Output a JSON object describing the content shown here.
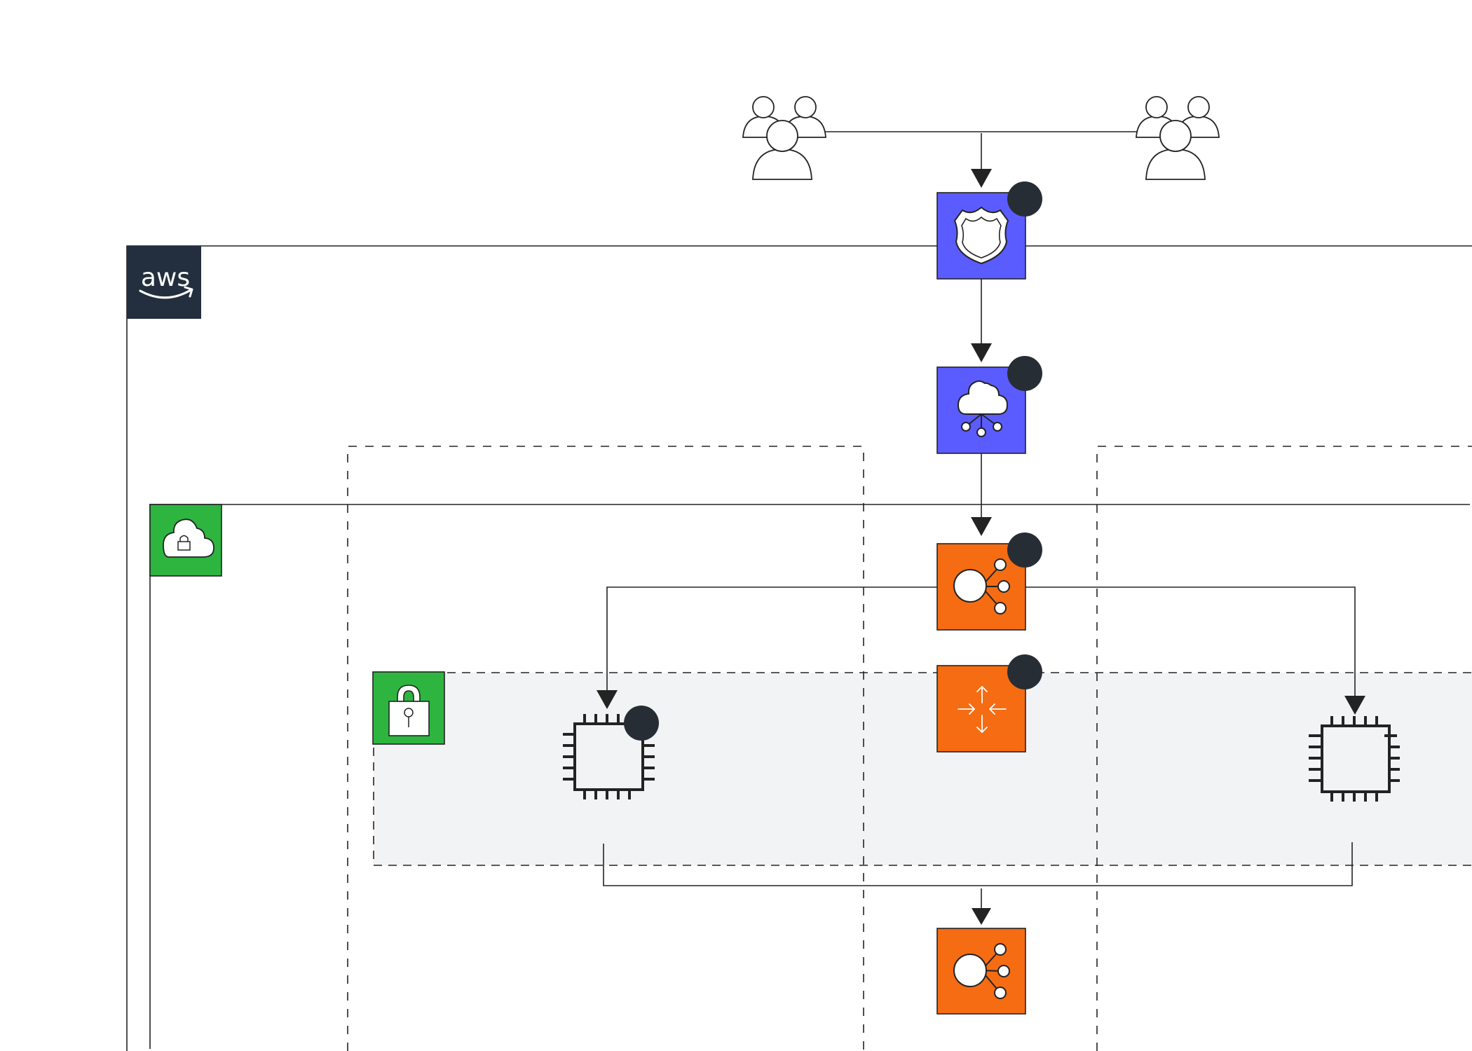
{
  "diagram": {
    "type": "aws-architecture",
    "colors": {
      "background": "#ffffff",
      "line": "#232323",
      "aws_logo_bg": "#232f3e",
      "networking_purple": "#5a5cff",
      "compute_orange": "#f56c12",
      "security_green": "#2db540",
      "subnet_fill": "#f2f3f5",
      "badge": "#272d34",
      "icon_fill": "#ffffff"
    },
    "groups": {
      "aws_cloud": {
        "logo_text": "aws",
        "icon": "aws-logo-icon"
      },
      "vpc": {
        "icon": "vpc-cloud-lock-icon"
      },
      "availability_zones": [
        {
          "name": "availability-zone-1",
          "style": "dashed"
        },
        {
          "name": "availability-zone-2",
          "style": "dashed"
        }
      ],
      "private_subnet": {
        "icon": "padlock-icon",
        "style": "dashed",
        "filled": true
      }
    },
    "nodes": [
      {
        "id": "users-left",
        "icon": "users-group-icon"
      },
      {
        "id": "users-right",
        "icon": "users-group-icon"
      },
      {
        "id": "shield",
        "icon": "shield-icon",
        "category": "networking",
        "badge": true
      },
      {
        "id": "cloudfront",
        "icon": "cloud-network-icon",
        "category": "networking",
        "badge": true
      },
      {
        "id": "alb-top",
        "icon": "load-balancer-icon",
        "category": "compute",
        "badge": true
      },
      {
        "id": "auto-scaling",
        "icon": "auto-scaling-icon",
        "category": "compute",
        "badge": true
      },
      {
        "id": "ec2-left",
        "icon": "chip-icon",
        "category": "compute",
        "badge": true
      },
      {
        "id": "ec2-right",
        "icon": "chip-icon",
        "category": "compute",
        "badge": false
      },
      {
        "id": "alb-bottom",
        "icon": "load-balancer-icon",
        "category": "compute",
        "badge": false
      }
    ],
    "edges": [
      {
        "from": "users-left",
        "to": "shield"
      },
      {
        "from": "users-right",
        "to": "shield"
      },
      {
        "from": "shield",
        "to": "cloudfront"
      },
      {
        "from": "cloudfront",
        "to": "alb-top"
      },
      {
        "from": "alb-top",
        "to": "ec2-left"
      },
      {
        "from": "alb-top",
        "to": "ec2-right"
      },
      {
        "from": "ec2-left",
        "to": "alb-bottom"
      },
      {
        "from": "ec2-right",
        "to": "alb-bottom"
      }
    ]
  }
}
